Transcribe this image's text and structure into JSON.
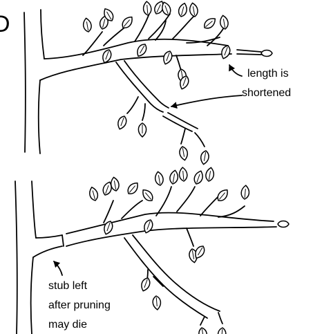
{
  "panel_top": {
    "edge_letter": "D",
    "caption": [
      "length is",
      "shortened"
    ]
  },
  "panel_bottom": {
    "caption": [
      "stub left",
      "after pruning",
      "may die"
    ]
  }
}
